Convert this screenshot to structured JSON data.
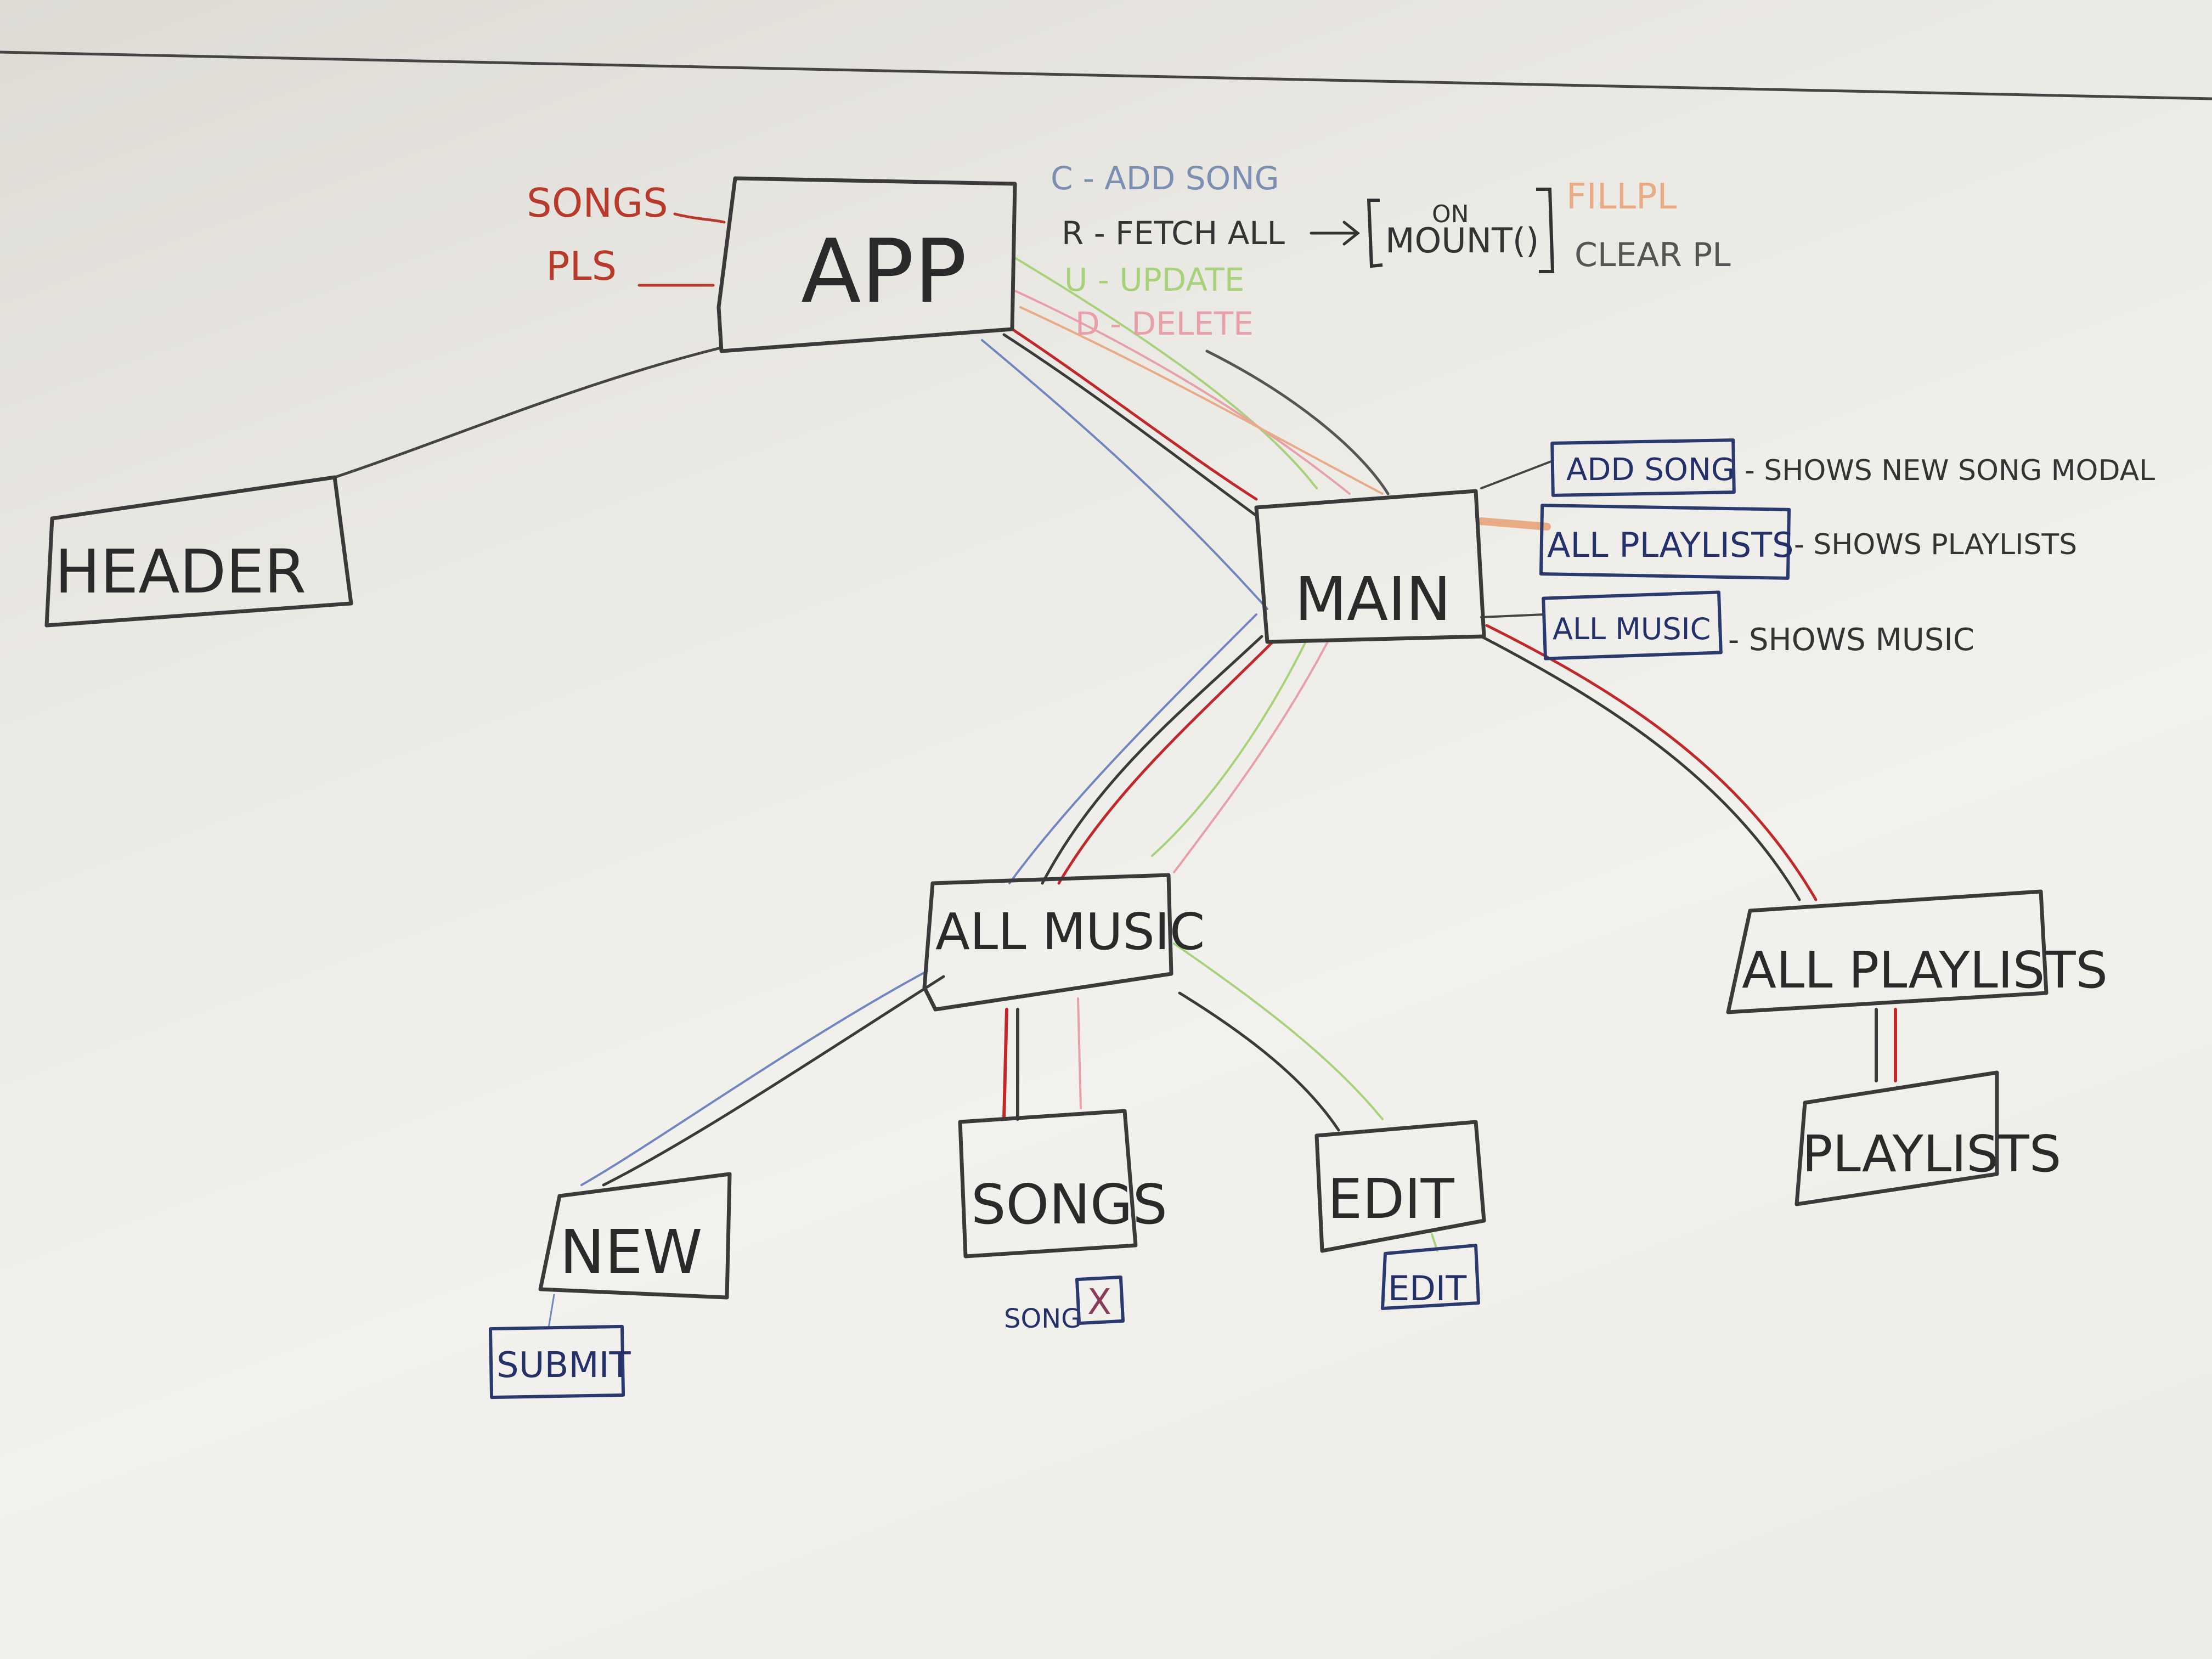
{
  "nodes": {
    "app": "APP",
    "header": "HEADER",
    "main": "MAIN",
    "all_music": "ALL MUSIC",
    "all_playlists": "ALL PLAYLISTS",
    "new": "NEW",
    "songs": "SONGS",
    "edit": "EDIT",
    "playlists": "PLAYLISTS"
  },
  "state_labels": {
    "songs": "SONGS",
    "pls": "PLS"
  },
  "crud": {
    "c": "C - ADD SONG",
    "r": "R - FETCH ALL",
    "u": "U - UPDATE",
    "d": "D - DELETE"
  },
  "lifecycle": {
    "on": "ON",
    "mount": "MOUNT()",
    "fill": "FILLPL",
    "clear": "CLEAR PL"
  },
  "main_buttons": [
    {
      "label": "ADD SONG",
      "note": "- SHOWS NEW SONG MODAL"
    },
    {
      "label": "ALL PLAYLISTS",
      "note": "- SHOWS PLAYLISTS"
    },
    {
      "label": "ALL MUSIC",
      "note": "- SHOWS MUSIC"
    }
  ],
  "sub_controls": {
    "submit": "SUBMIT",
    "song": "SONG",
    "x": "X",
    "edit": "EDIT"
  },
  "colors": {
    "black": "#3a3a3a",
    "red": "#c0282a",
    "blue": "#6f86c0",
    "green": "#a8d27a",
    "pink": "#e7a0a8",
    "orange": "#e8ab86",
    "ink_blue": "#24306a",
    "state_red": "#b83a2a"
  }
}
